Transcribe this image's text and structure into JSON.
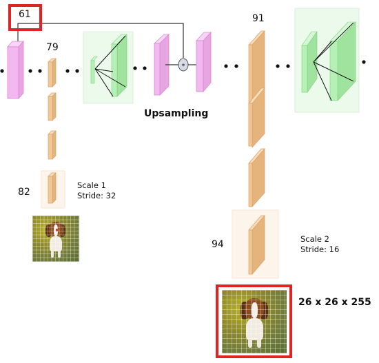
{
  "labels": {
    "n61": "61",
    "n79": "79",
    "n82": "82",
    "n91": "91",
    "n94": "94",
    "upsampling": "Upsampling",
    "scale1_line1": "Scale 1",
    "scale1_line2": "Stride: 32",
    "scale2_line1": "Scale 2",
    "scale2_line2": "Stride: 16",
    "output_dims": "26 x 26 x 255",
    "concat_symbol": "*"
  },
  "colors": {
    "pink": "#f4b8f0",
    "pink_edge": "#d48ad0",
    "tan": "#f2c896",
    "tan_edge": "#d8a26a",
    "green": "#b6f0b6",
    "green_edge": "#7ccf7c",
    "green_bg": "#ecfaec",
    "tan_bg": "#fdf5ec",
    "highlight": "#e02424"
  },
  "icons": {
    "concat": "concat-circle-icon",
    "photo": "beagle-dog-photo"
  }
}
